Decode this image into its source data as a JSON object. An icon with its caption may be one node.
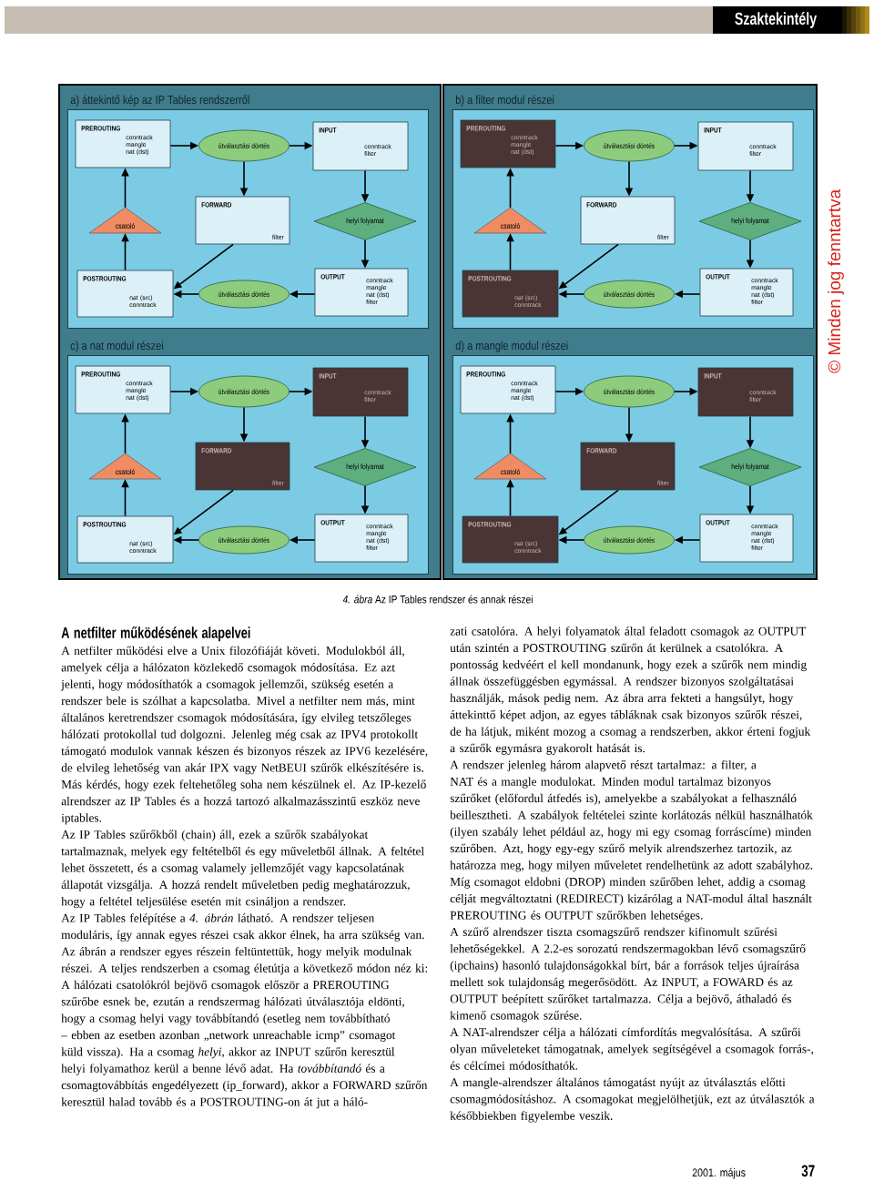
{
  "diagram": {
    "caption": "*4. ábra* Az IP Tables rendszer és annak részei",
    "nodes": [
      {
        "text": [
          "a) áttekintő kép az IP Tables rendszerről"
        ]
      },
      {
        "text": [
          "PREROUTING",
          "conntrack mangle nat (dst)"
        ],
        "in": 0
      },
      {
        "text": [
          "útválasztási döntés"
        ],
        "in": 0
      },
      {
        "text": [
          "INPUT",
          "conntrack filter"
        ],
        "in": 0
      },
      {
        "text": [
          "FORWARD",
          "filter"
        ],
        "in": 0
      },
      {
        "text": [
          "helyi folyamat"
        ],
        "in": 0
      },
      {
        "text": [
          "OUTPUT",
          "conntrack mangle nat (dst) filter"
        ],
        "in": 0
      },
      {
        "text": [
          "útválasztási döntés"
        ],
        "in": 0
      },
      {
        "text": [
          "POSTROUTING",
          "nat (src) conntrack"
        ],
        "in": 0
      },
      {
        "text": [
          "csatoló"
        ],
        "in": 0
      },
      {
        "text": [
          "b) a filter modul részei"
        ]
      },
      {
        "text": [
          "PREROUTING",
          "conntrack mangle nat (dst)"
        ],
        "in": 10
      },
      {
        "text": [
          "útválasztási döntés"
        ],
        "in": 10
      },
      {
        "text": [
          "INPUT",
          "conntrack filter"
        ],
        "in": 10
      },
      {
        "text": [
          "FORWARD",
          "filter"
        ],
        "in": 10
      },
      {
        "text": [
          "helyi folyamat"
        ],
        "in": 10
      },
      {
        "text": [
          "OUTPUT",
          "conntrack mangle nat (dst) filter"
        ],
        "in": 10
      },
      {
        "text": [
          "útválasztási döntés"
        ],
        "in": 10
      },
      {
        "text": [
          "POSTROUTING",
          "nat (src) conntrack"
        ],
        "in": 10
      },
      {
        "text": [
          "csatoló"
        ],
        "in": 10
      },
      {
        "text": [
          "c) a nat modul részei"
        ]
      },
      {
        "text": [
          "PREROUTING",
          "conntrack mangle nat (dst)"
        ],
        "in": 20
      },
      {
        "text": [
          "útválasztási döntés"
        ],
        "in": 20
      },
      {
        "text": [
          "INPUT",
          "conntrack filter"
        ],
        "in": 20
      },
      {
        "text": [
          "FORWARD",
          "filter"
        ],
        "in": 20
      },
      {
        "text": [
          "helyi folyamat"
        ],
        "in": 20
      },
      {
        "text": [
          "OUTPUT",
          "conntrack mangle nat (dst) filter"
        ],
        "in": 20
      },
      {
        "text": [
          "útválasztási döntés"
        ],
        "in": 20
      },
      {
        "text": [
          "POSTROUTING",
          "nat (src) conntrack"
        ],
        "in": 20
      },
      {
        "text": [
          "csatoló"
        ],
        "in": 20
      },
      {
        "text": [
          "d) a mangle modul részei"
        ]
      },
      {
        "text": [
          "PREROUTING",
          "conntrack mangle nat (dst)"
        ],
        "in": 30
      },
      {
        "text": [
          "útválasztási döntés"
        ],
        "in": 30
      },
      {
        "text": [
          "INPUT",
          "conntrack filter"
        ],
        "in": 30
      },
      {
        "text": [
          "FORWARD",
          "filter"
        ],
        "in": 30
      },
      {
        "text": [
          "helyi folyamat"
        ],
        "in": 30
      },
      {
        "text": [
          "OUTPUT",
          "conntrack mangle nat (dst) filter"
        ],
        "in": 30
      },
      {
        "text": [
          "útválasztási döntés"
        ],
        "in": 30
      },
      {
        "text": [
          "POSTROUTING",
          "nat (src) conntrack"
        ],
        "in": 30
      },
      {
        "text": [
          "csatoló"
        ],
        "in": 30
      }
    ],
    "edges": [
      {
        "from": 1,
        "to": 2,
        "arrow": "to"
      },
      {
        "from": 2,
        "to": 3,
        "arrow": "to"
      },
      {
        "from": 2,
        "to": 4,
        "arrow": "to"
      },
      {
        "from": 3,
        "to": 5,
        "arrow": "to"
      },
      {
        "from": 5,
        "to": 6,
        "arrow": "to"
      },
      {
        "from": 6,
        "to": 7,
        "arrow": "to"
      },
      {
        "from": 7,
        "to": 8,
        "arrow": "to"
      },
      {
        "from": 4,
        "to": 8,
        "arrow": "to"
      },
      {
        "from": 8,
        "to": 9,
        "arrow": "to"
      },
      {
        "from": 9,
        "to": 1,
        "arrow": "to"
      },
      {
        "from": 11,
        "to": 12,
        "arrow": "to"
      },
      {
        "from": 12,
        "to": 13,
        "arrow": "to"
      },
      {
        "from": 12,
        "to": 14,
        "arrow": "to"
      },
      {
        "from": 13,
        "to": 15,
        "arrow": "to"
      },
      {
        "from": 15,
        "to": 16,
        "arrow": "to"
      },
      {
        "from": 16,
        "to": 17,
        "arrow": "to"
      },
      {
        "from": 17,
        "to": 18,
        "arrow": "to"
      },
      {
        "from": 14,
        "to": 18,
        "arrow": "to"
      },
      {
        "from": 18,
        "to": 19,
        "arrow": "to"
      },
      {
        "from": 19,
        "to": 11,
        "arrow": "to"
      },
      {
        "from": 21,
        "to": 22,
        "arrow": "to"
      },
      {
        "from": 22,
        "to": 23,
        "arrow": "to"
      },
      {
        "from": 22,
        "to": 24,
        "arrow": "to"
      },
      {
        "from": 23,
        "to": 25,
        "arrow": "to"
      },
      {
        "from": 25,
        "to": 26,
        "arrow": "to"
      },
      {
        "from": 26,
        "to": 27,
        "arrow": "to"
      },
      {
        "from": 27,
        "to": 28,
        "arrow": "to"
      },
      {
        "from": 24,
        "to": 28,
        "arrow": "to"
      },
      {
        "from": 28,
        "to": 29,
        "arrow": "to"
      },
      {
        "from": 29,
        "to": 21,
        "arrow": "to"
      },
      {
        "from": 31,
        "to": 32,
        "arrow": "to"
      },
      {
        "from": 32,
        "to": 33,
        "arrow": "to"
      },
      {
        "from": 32,
        "to": 34,
        "arrow": "to"
      },
      {
        "from": 33,
        "to": 35,
        "arrow": "to"
      },
      {
        "from": 35,
        "to": 36,
        "arrow": "to"
      },
      {
        "from": 36,
        "to": 37,
        "arrow": "to"
      },
      {
        "from": 37,
        "to": 38,
        "arrow": "to"
      },
      {
        "from": 34,
        "to": 38,
        "arrow": "to"
      },
      {
        "from": 38,
        "to": 39,
        "arrow": "to"
      },
      {
        "from": 39,
        "to": 31,
        "arrow": "to"
      }
    ],
    "labels": [
      "Szaktekintély",
      "© Minden jog fenntartva",
      "A netfilter működésének alapelvei",
      "A netfilter működési elve a Unix filozófiáját követi. Modulokból áll, amelyek célja a hálózaton közlekedő csomagok módosítása. Ez azt jelenti, hogy módosíthatók a csomagok jellemzői, szükség esetén a rendszer bele is szólhat a kapcsolatba. Mivel a netfilter nem más, mint általános keretrendszer csomagok módosítására, így elvileg tetszőleges hálózati protokollal tud dolgozni. Jelenleg még csak az IPV4 protokollt támogató modulok vannak készen és bizonyos részek az IPV6 kezelésére, de elvileg lehetőség van akár IPX vagy NetBEUI szűrők elkészítésére is. Más kérdés, hogy ezek feltehetőleg soha nem készülnek el. Az IP-kezelő alrendszer az IP Tables és a hozzá tartozó alkalmazásszintű eszköz neve iptables.",
      "Az IP Tables szűrőkből (chain) áll, ezek a szűrők szabályokat tartalmaznak, melyek egy feltételből és egy műveletből állnak. A feltétel lehet összetett, és a csomag valamely jellemzőjét vagy kapcsolatának állapotát vizsgálja. A hozzá rendelt műveletben pedig meghatározzuk, hogy a feltétel teljesülése esetén mit csináljon a rendszer.",
      "Az IP Tables felépítése a *4. ábrán* látható. A rendszer teljesen moduláris, így annak egyes részei csak akkor élnek, ha arra szükség van. Az ábrán a rendszer egyes részein feltüntettük, hogy melyik modulnak részei. A teljes rendszerben a csomag életútja a következő módon néz ki:",
      "A hálózati csatolókról bejövő csomagok először a PREROUTING szűrőbe esnek be, ezután a rendszermag hálózati útválasztója eldönti, hogy a csomag helyi vagy továbbítandó (esetleg nem továbbítható – ebben az esetben azonban „network unreachable icmp” csomagot küld vissza). Ha a csomag *helyi*, akkor az INPUT szűrőn keresztül helyi folyamathoz kerül a benne lévő adat. Ha *továbbítandó* és a csomagtovábbítás engedélyezett (ip_forward), akkor a FORWARD szűrőn keresztül halad tovább és a POSTROUTING-on át jut a háló-",
      "zati csatolóra. A helyi folyamatok által feladott csomagok az OUTPUT után szintén a POSTROUTING szűrőn át kerülnek a csatolókra. A pontosság kedvéért el kell mondanunk, hogy ezek a szűrők nem mindig állnak összefüggésben egymással. A rendszer bizonyos szolgáltatásai használják, mások pedig nem. Az ábra arra fekteti a hangsúlyt, hogy áttekinttő képet adjon, az egyes tábláknak csak bizonyos szűrők részei, de ha látjuk, miként mozog a csomag a rendszerben, akkor érteni fogjuk a szűrők egymásra gyakorolt hatását is.",
      "A rendszer jelenleg három alapvető részt tartalmaz: a filter, a NAT és a mangle modulokat. Minden modul tartalmaz bizonyos szűrőket (előfordul átfedés is), amelyekbe a szabályokat a felhasználó beillesztheti. A szabályok feltételei szinte korlátozás nélkül használhatók (ilyen szabály lehet például az, hogy mi egy csomag forráscíme) minden szűrőben. Azt, hogy egy-egy szűrő melyik alrendszerhez tartozik, az határozza meg, hogy milyen műveletet rendelhetünk az adott szabályhoz. Míg csomagot eldobni (DROP) minden szűrőben lehet, addig a csomag célját megváltoztatni (REDIRECT) kizárólag a NAT-modul által használt PREROUTING és OUTPUT szűrőkben lehetséges.",
      "A szűrő alrendszer tiszta csomagszűrő rendszer kifinomult szűrési lehetőségekkel. A 2.2-es sorozatú rendszermagokban lévő csomagszűrő (ipchains) hasonló tulajdonságokkal bírt, bár a források teljes újraírása mellett sok tulajdonság megerősödött. Az INPUT, a FOWARD és az OUTPUT beépített szűrőket tartalmazza. Célja a bejövő, áthaladó és kimenő csomagok szűrése.",
      "A NAT-alrendszer célja a hálózati címfordítás megvalósítása. A szűrői olyan műveleteket támogatnak, amelyek segítségével a csomagok forrás-, és célcímei módosíthatók.",
      "A mangle-alrendszer általános támogatást nyújt az útválasztás előtti csomagmódosításhoz. A csomagokat megjelölhetjük, ezt az útválasztók a későbbiekben figyelembe veszik.",
      "2001. május",
      "37"
    ]
  }
}
